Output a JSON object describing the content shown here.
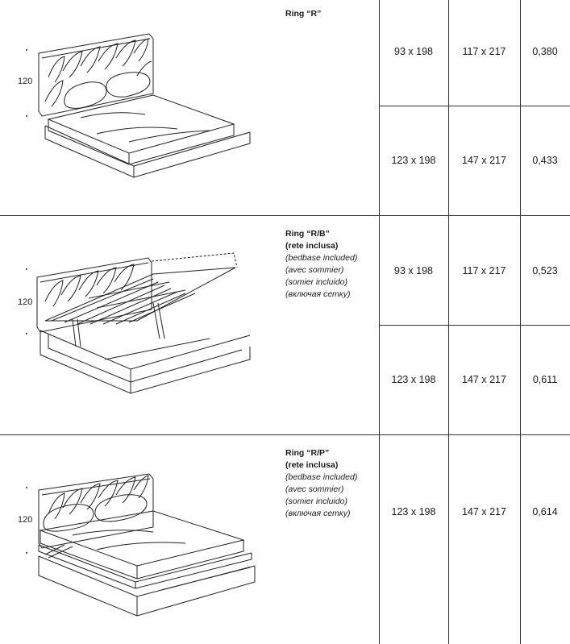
{
  "products": [
    {
      "height": "120",
      "name": "Ring “R”",
      "details": [],
      "rows": [
        {
          "mattress": "93 x 198",
          "overall": "117 x 217",
          "volume": "0,380"
        },
        {
          "mattress": "123 x 198",
          "overall": "147 x 217",
          "volume": "0,433"
        }
      ]
    },
    {
      "height": "120",
      "name": "Ring “R/B”",
      "details": [
        "(rete inclusa)",
        "(bedbase included)",
        "(avec sommier)",
        "(somier incluido)",
        "(включая сетку)"
      ],
      "rows": [
        {
          "mattress": "93 x 198",
          "overall": "117 x 217",
          "volume": "0,523"
        },
        {
          "mattress": "123 x 198",
          "overall": "147 x 217",
          "volume": "0,611"
        }
      ]
    },
    {
      "height": "120",
      "name": "Ring “R/P”",
      "details": [
        "(rete inclusa)",
        "(bedbase included)",
        "(avec sommier)",
        "(somier incluido)",
        "(включая сетку)"
      ],
      "rows": [
        {
          "mattress": "123 x 198",
          "overall": "147 x 217",
          "volume": "0,614"
        }
      ]
    }
  ],
  "icons": [
    "bed-illustration",
    "storage-bed-open-illustration",
    "storage-bed-drawer-illustration"
  ],
  "colors": {
    "line": "#333333",
    "text": "#1a1a1a"
  }
}
